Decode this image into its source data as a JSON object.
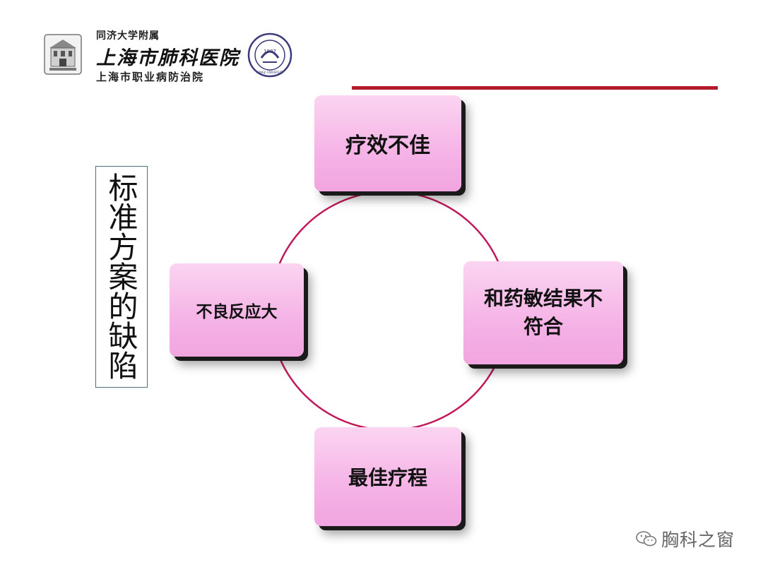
{
  "header": {
    "affiliation": "同济大学附属",
    "hospital_name": "上海市肺科医院",
    "sub_name": "上海市职业病防治院",
    "seal_year": "1907",
    "seal_text": "TONGJI UNIVERSITY"
  },
  "colors": {
    "accent_rule": "#b31b2a",
    "node_fill": "#f5b3e6",
    "ring": "#c2185b"
  },
  "title": {
    "text": "标准方案的缺陷"
  },
  "diagram": {
    "nodes": {
      "top": "疗效不佳",
      "left": "不良反应大",
      "right_line1": "和药敏结果不",
      "right_line2": "符合",
      "bottom": "最佳疗程"
    }
  },
  "watermark": {
    "text": "胸科之窗",
    "icon": "wechat-icon"
  }
}
